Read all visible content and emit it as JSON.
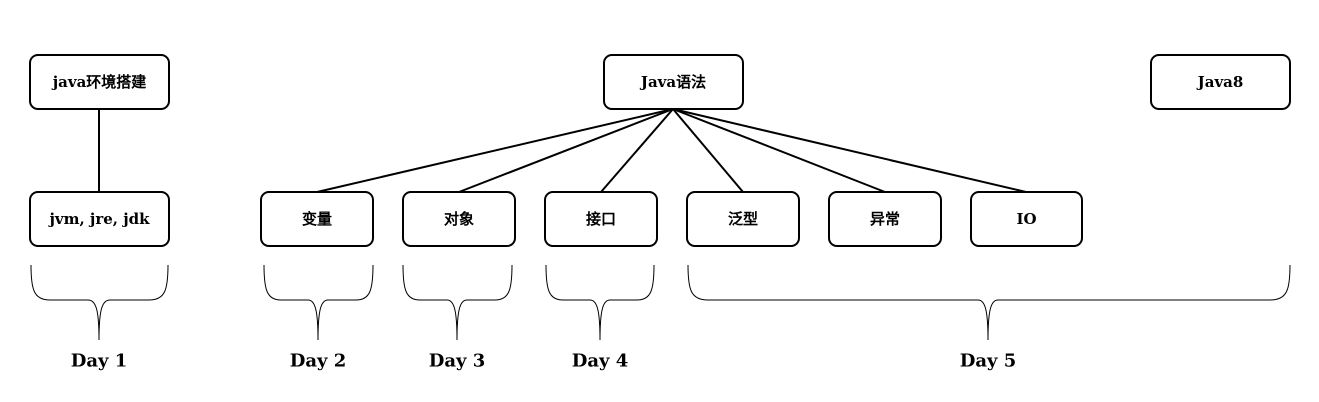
{
  "nodes": {
    "env": "java环境搭建",
    "syntax": "Java语法",
    "java8": "Java8",
    "jvm": "jvm, jre, jdk",
    "variables": "变量",
    "objects": "对象",
    "interfaces": "接口",
    "generics": "泛型",
    "exceptions": "异常",
    "io": "IO"
  },
  "days": {
    "day1": "Day 1",
    "day2": "Day 2",
    "day3": "Day 3",
    "day4": "Day 4",
    "day5": "Day 5"
  },
  "edges": [
    [
      "env",
      "jvm"
    ],
    [
      "syntax",
      "variables"
    ],
    [
      "syntax",
      "objects"
    ],
    [
      "syntax",
      "interfaces"
    ],
    [
      "syntax",
      "generics"
    ],
    [
      "syntax",
      "exceptions"
    ],
    [
      "syntax",
      "io"
    ]
  ]
}
